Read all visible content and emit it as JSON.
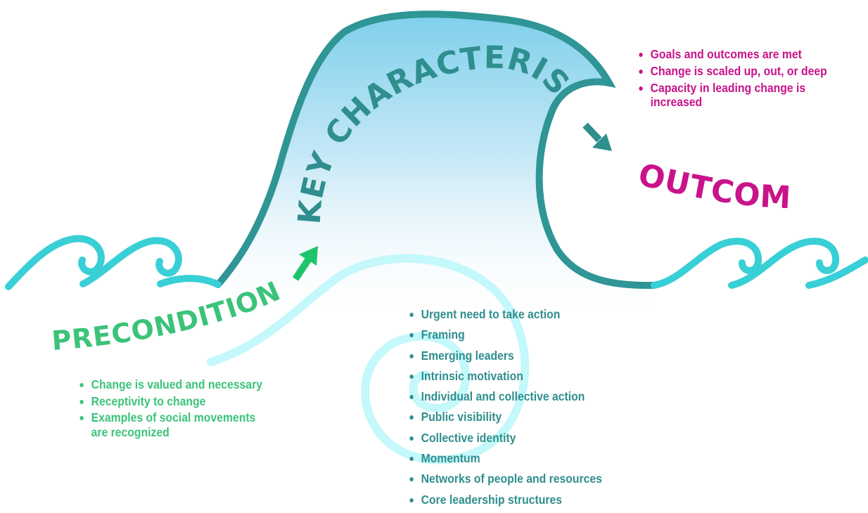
{
  "colors": {
    "wave_teal": "#2f9595",
    "wave_cyan": "#38cfd6",
    "preconditions_green": "#3cc37a",
    "key_teal": "#2f8e8e",
    "outcomes_magenta": "#c8138a",
    "arrow_green": "#1ec46a",
    "arrow_teal": "#2f8e8e",
    "spiral_cyan": "#c4f8fb"
  },
  "icons": {
    "up_arrow": "green-up-right-arrow-icon",
    "down_arrow": "teal-down-right-arrow-icon"
  },
  "preconditions": {
    "title": "PRECONDITIONS",
    "items": [
      "Change is valued and necessary",
      "Receptivity to change",
      "Examples of social movements are recognized"
    ]
  },
  "key_characteristics": {
    "title": "KEY CHARACTERISTICS",
    "items": [
      "Urgent need to take action",
      "Framing",
      "Emerging leaders",
      "Intrinsic motivation",
      "Individual and collective action",
      "Public visibility",
      "Collective identity",
      "Momentum",
      "Networks of people and resources",
      "Core leadership structures"
    ]
  },
  "outcomes": {
    "title": "OUTCOMES",
    "items": [
      "Goals and outcomes are met",
      "Change is scaled up, out, or deep",
      "Capacity in leading change is increased"
    ]
  }
}
